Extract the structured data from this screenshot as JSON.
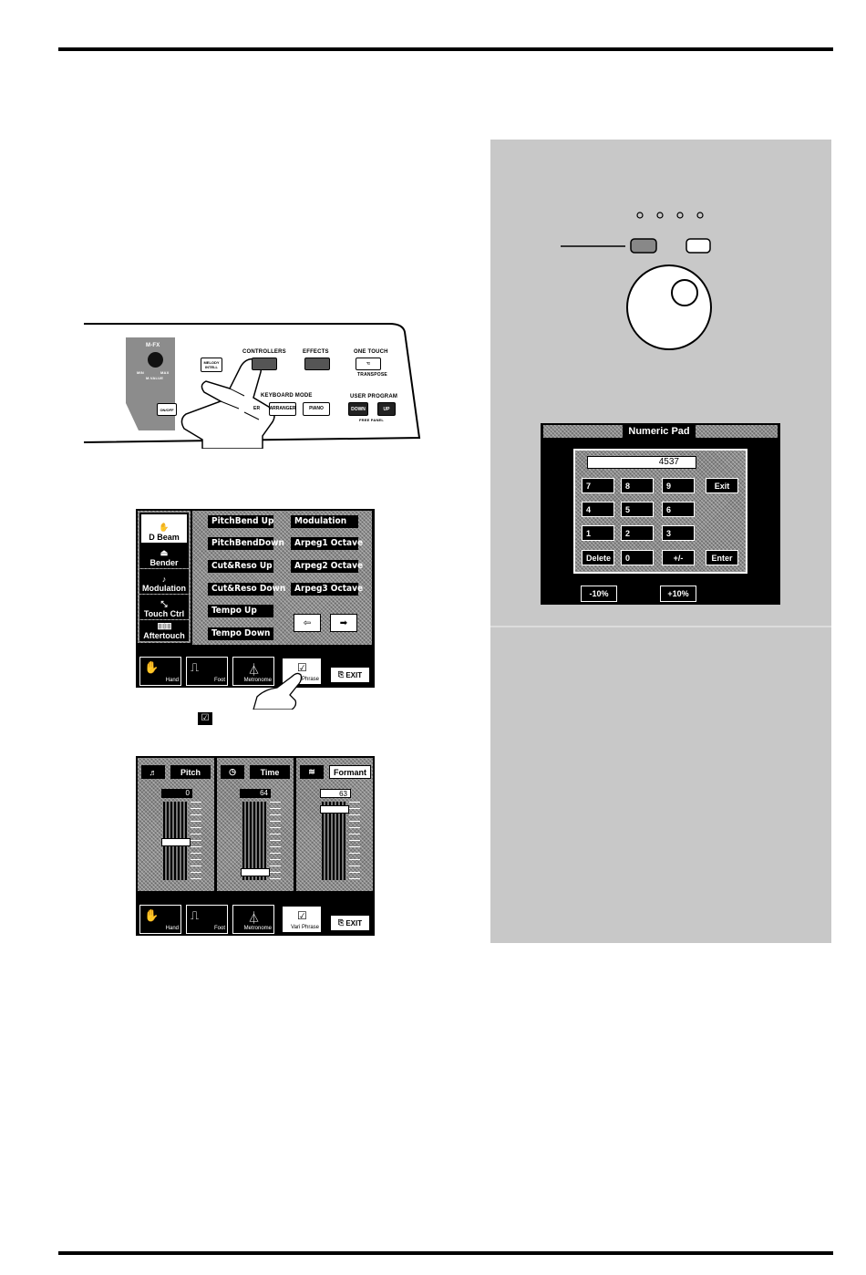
{
  "panel": {
    "mfx_label": "M-FX",
    "min_label": "MIN",
    "max_label": "MAX",
    "m_value_label": "M.VALUE",
    "on_off_label": "ON/OFF",
    "melody_intell_label": "MELODY INTELL",
    "controllers_label": "CONTROLLERS",
    "effects_label": "EFFECTS",
    "one_touch_label": "ONE TOUCH",
    "transpose_label": "TRANSPOSE",
    "keyboard_mode_label": "KEYBOARD MODE",
    "arranger_label": "ARRANGER",
    "piano_label": "PIANO",
    "layer_label": "ER",
    "user_program_label": "USER PROGRAM",
    "down_label": "DOWN",
    "up_label": "UP",
    "free_panel_label": "FREE PANEL"
  },
  "controllers_screen": {
    "side_tabs": [
      "D Beam",
      "Bender",
      "Modulation",
      "Touch Ctrl",
      "Aftertouch"
    ],
    "left_items": [
      "PitchBend Up",
      "PitchBendDown",
      "Cut&Reso Up",
      "Cut&Reso Down",
      "Tempo Up",
      "Tempo Down"
    ],
    "right_items": [
      "Modulation",
      "Arpeg1 Octave",
      "Arpeg2 Octave",
      "Arpeg3 Octave"
    ],
    "bottom_tabs": [
      "Hand",
      "Foot",
      "Metronome",
      "Vari Phrase"
    ],
    "exit_label": "EXIT"
  },
  "vari_screen": {
    "columns": [
      {
        "label": "Pitch",
        "value": "0",
        "level": 0.5
      },
      {
        "label": "Time",
        "value": "64",
        "level": 0.08
      },
      {
        "label": "Formant",
        "value": "63",
        "level": 0.95
      }
    ],
    "bottom_tabs": [
      "Hand",
      "Foot",
      "Metronome",
      "Vari Phrase"
    ],
    "exit_label": "EXIT"
  },
  "numeric_pad": {
    "title": "Numeric Pad",
    "display_value": "4537",
    "keys_row1": [
      "7",
      "8",
      "9"
    ],
    "keys_row2": [
      "4",
      "5",
      "6"
    ],
    "keys_row3": [
      "1",
      "2",
      "3"
    ],
    "delete_label": "Delete",
    "zero_label": "0",
    "plusminus_label": "+/-",
    "enter_label": "Enter",
    "exit_label": "Exit",
    "minus10_label": "-10%",
    "plus10_label": "+10%"
  }
}
